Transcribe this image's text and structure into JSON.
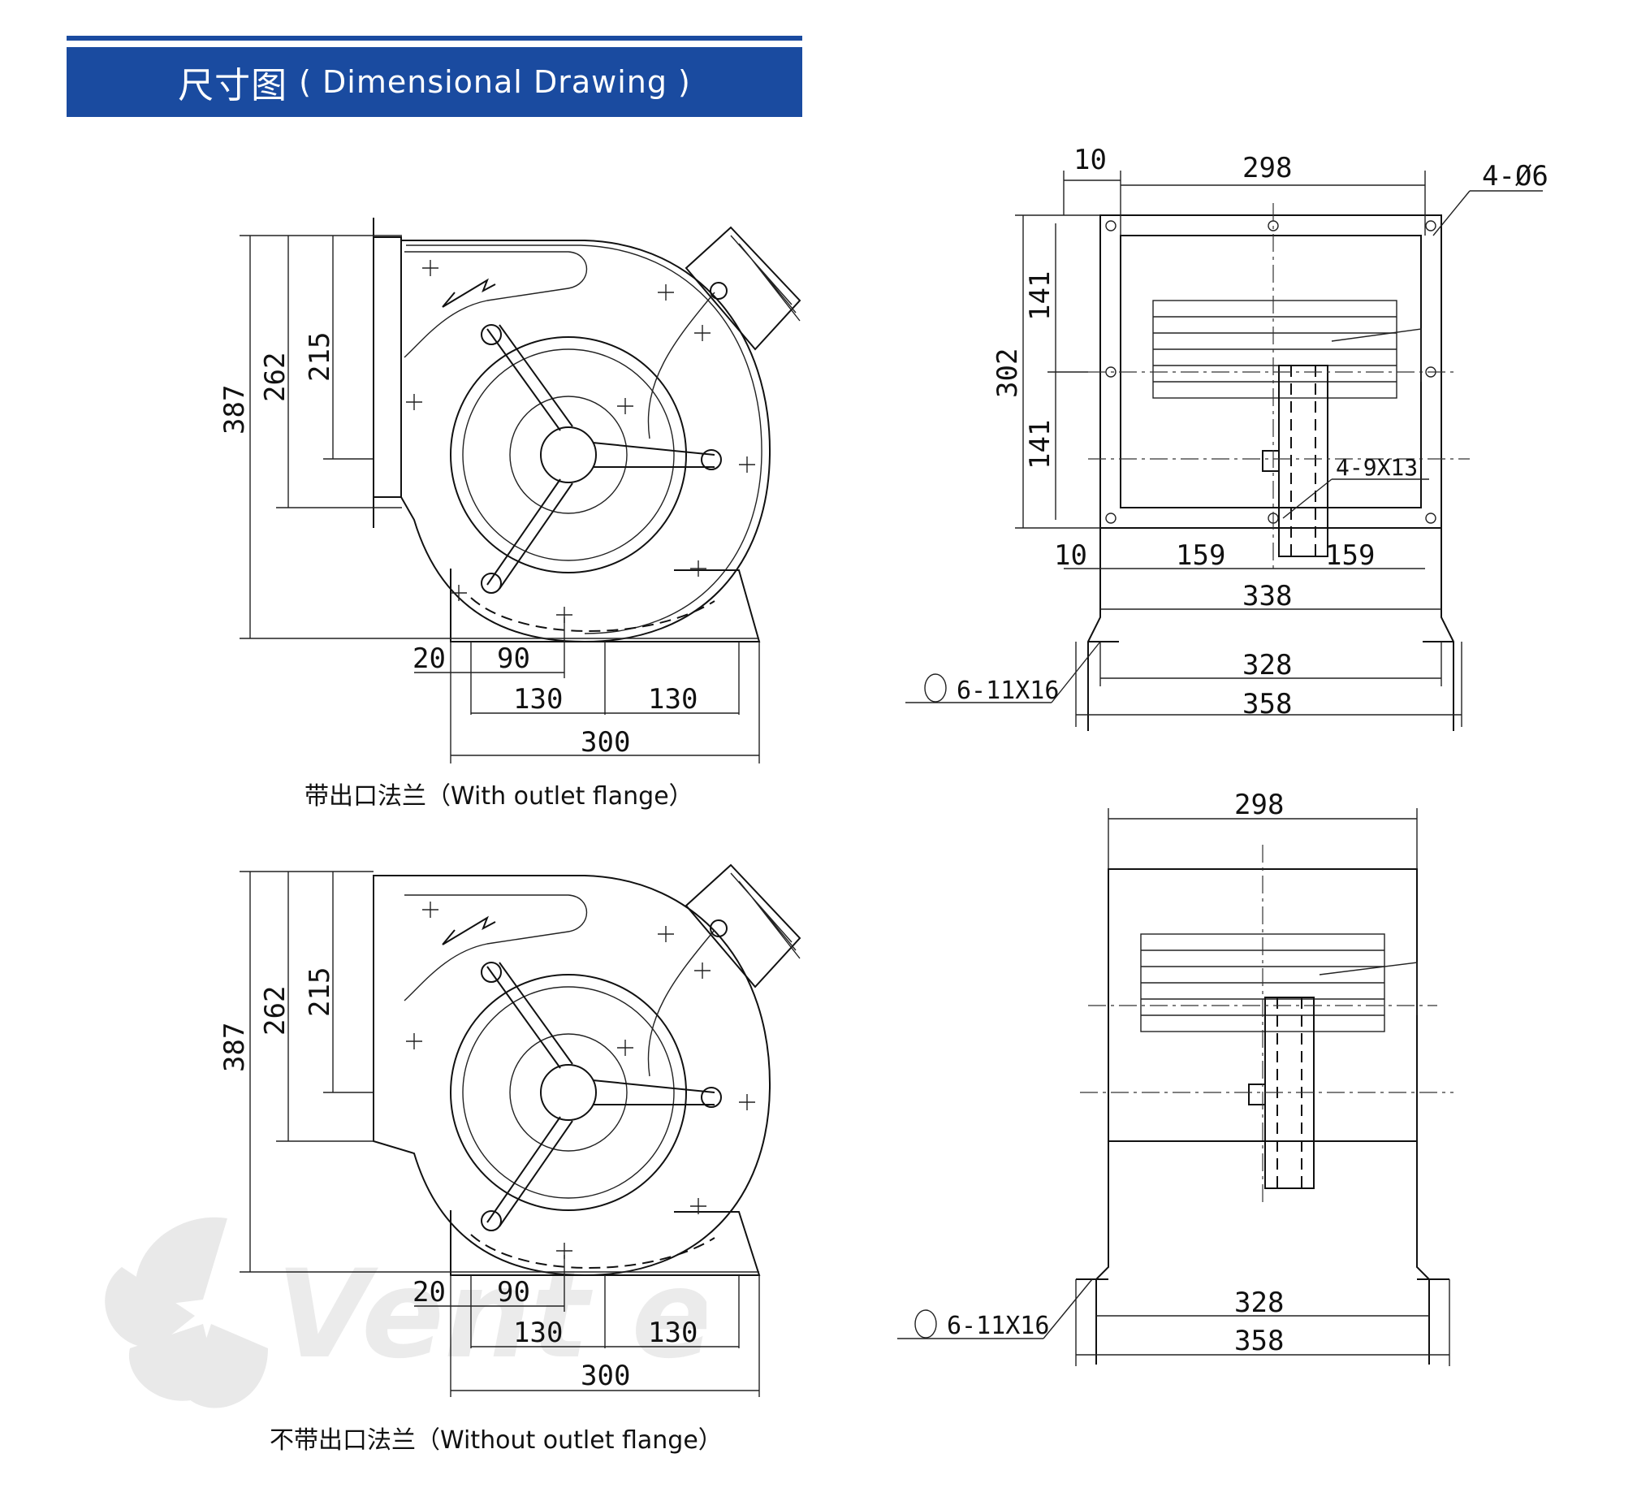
{
  "header": {
    "title_cn": "尺寸图",
    "title_en": "( Dimensional Drawing )"
  },
  "colors": {
    "banner": "#1a4ba0",
    "banner_text": "#ffffff",
    "line": "#111111"
  },
  "captions": {
    "top": "带出口法兰（With outlet flange）",
    "bottom": "不带出口法兰（Without outlet flange）"
  },
  "side_view_top": {
    "h_387": "387",
    "h_262": "262",
    "h_215": "215",
    "b_20": "20",
    "b_90": "90",
    "b_130a": "130",
    "b_130b": "130",
    "b_300": "300"
  },
  "side_view_bottom": {
    "h_387": "387",
    "h_262": "262",
    "h_215": "215",
    "b_20": "20",
    "b_90": "90",
    "b_130a": "130",
    "b_130b": "130",
    "b_300": "300"
  },
  "front_view_top": {
    "t_10": "10",
    "t_298": "298",
    "holes": "4-Ø6",
    "v_302": "302",
    "v_141a": "141",
    "v_141b": "141",
    "slots": "4-9X13",
    "b_10": "10",
    "b_159a": "159",
    "b_159b": "159",
    "b_338": "338",
    "mount": "6-11X16",
    "b_328": "328",
    "b_358": "358"
  },
  "front_view_bottom": {
    "t_298": "298",
    "mount": "6-11X16",
    "b_328": "328",
    "b_358": "358"
  },
  "watermark": "Vent el"
}
